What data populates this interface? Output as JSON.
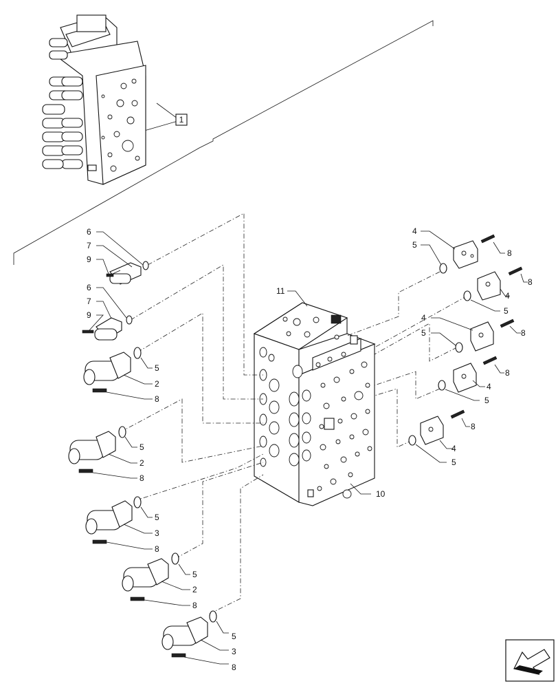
{
  "diagram": {
    "assembly_ref": "1",
    "callouts": {
      "spool_block": "10",
      "top_block": "11",
      "solenoid_a": "2",
      "solenoid_b": "3",
      "cover": "4",
      "oring": "5",
      "oring_small": "6",
      "plug": "7",
      "screw": "8",
      "screw_small": "9"
    }
  },
  "nav": {
    "icon": "arrow-icon"
  }
}
